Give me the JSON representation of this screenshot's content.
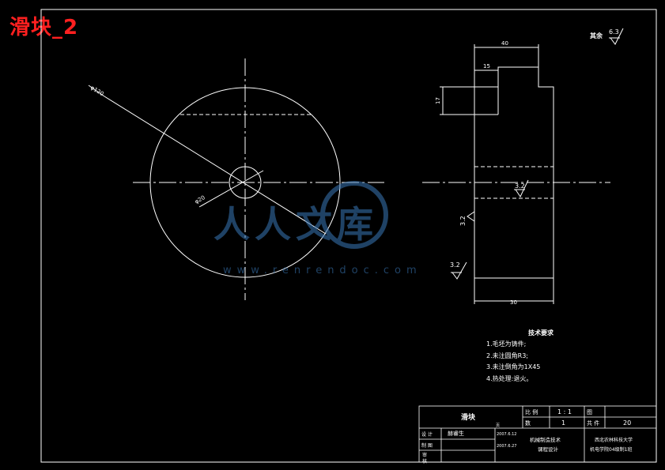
{
  "title": "滑块_2",
  "dims": {
    "dia_large": "φ120",
    "dia_small": "φ20",
    "width_total": "40",
    "slot_width": "15",
    "slot_depth": "17",
    "length": "30"
  },
  "roughness": {
    "general_label": "其余",
    "general_value": "6.3",
    "mid_face": "3.2",
    "left_face": "3.2",
    "bottom_face": "3.2"
  },
  "tech_req": {
    "heading": "技术要求",
    "items": [
      "1.毛坯为铸件;",
      "2.未注圆角R3;",
      "3.未注倒角为1X45",
      "4.热处理:退火。"
    ]
  },
  "title_block": {
    "part_name": "滑块",
    "scale_label": "比 例",
    "scale_value": "1 : 1",
    "drawing_no_label": "图",
    "qty_label": "数",
    "qty_value": "1",
    "sheet_label": "共 件",
    "sheet_value": "20",
    "design_label": "设  计",
    "designer": "赫睿生",
    "design_date": "2007.6.12",
    "draw_label": "制  图",
    "draw_date": "2007.6.27",
    "check_label": "审",
    "approve_label": "核",
    "course": "机械制造技术",
    "course2": "课程设计",
    "school": "西北农林科技大学",
    "class": "机电学院04级制1班",
    "extra": "页"
  },
  "watermark": {
    "brand": "人人文库",
    "url": "www.renrendoc.com"
  }
}
